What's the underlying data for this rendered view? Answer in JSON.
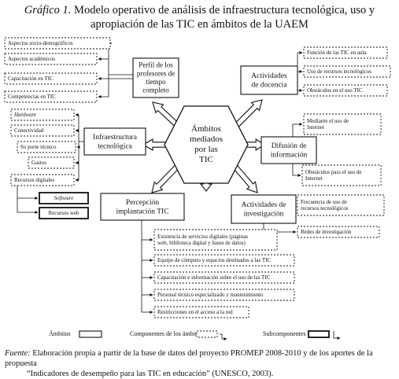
{
  "title": {
    "prefix": "Gráfico 1.",
    "line1": "Modelo operativo de análisis de infraestructura tecnológica, uso y",
    "line2": "apropiación de las TIC en ámbitos de la UAEM"
  },
  "center": [
    "Ámbitos",
    "mediados",
    "por las",
    "TIC"
  ],
  "areas": {
    "perfil": [
      "Perfil de los",
      "profesores de",
      "tiempo",
      "completo"
    ],
    "docencia": [
      "Actividades",
      "de docencia"
    ],
    "infra": [
      "Infraestructura",
      "tecnológica"
    ],
    "difusion": [
      "Difusión de",
      "información"
    ],
    "percepcion": [
      "Percepción",
      "implantación TIC"
    ],
    "investigacion": [
      "Actividades de",
      "investigación"
    ]
  },
  "components": {
    "perfil": [
      "Aspectos socio-demográficos",
      "Aspectos académicos",
      "Capacitación en TIC",
      "Competencias en TIC"
    ],
    "docencia": [
      "Función de las TIC en aula",
      "Uso de recursos tecnológicos",
      "Obstáculos en el uso TIC"
    ],
    "infra": [
      "Hardware",
      "Conectividad",
      "So porte técnico",
      "Gastos",
      "Recursos digitales"
    ],
    "difusion": [
      [
        "Mediante el uso de",
        "Internet"
      ],
      [
        "Obstáculos para el uso de",
        "Internet"
      ]
    ],
    "investigacion": [
      [
        "Frecuencia de uso de",
        "recursos tecnológicos"
      ],
      [
        "Redes de investigación"
      ]
    ],
    "percepcion": [
      [
        "Existencia de servicios digitales (páginas",
        "web, biblioteca digital y bases de datos)"
      ],
      [
        "Equipo de cómputo y espacios destinados a las TIC"
      ],
      [
        "Capacitación e información sobre el uso de las TIC"
      ],
      [
        "Personal técnico especializado y mantenimiento"
      ],
      [
        "Restricciones en el acceso a la red"
      ]
    ]
  },
  "subcomponents": [
    "Software",
    "Recursos web"
  ],
  "legend": {
    "ambitos": "Ámbitos",
    "componentes": "Componentes de los ámbitos",
    "subcomponentes": "Subcomponentes"
  },
  "footer": {
    "label": "Fuente:",
    "line1": "Elaboración propia a partir de la base de datos del proyecto PROMEP 2008-2010 y de los aportes de la propuesta",
    "line2": "“Indicadores de desempeño para las TIC en educación” (UNESCO, 2003)."
  }
}
